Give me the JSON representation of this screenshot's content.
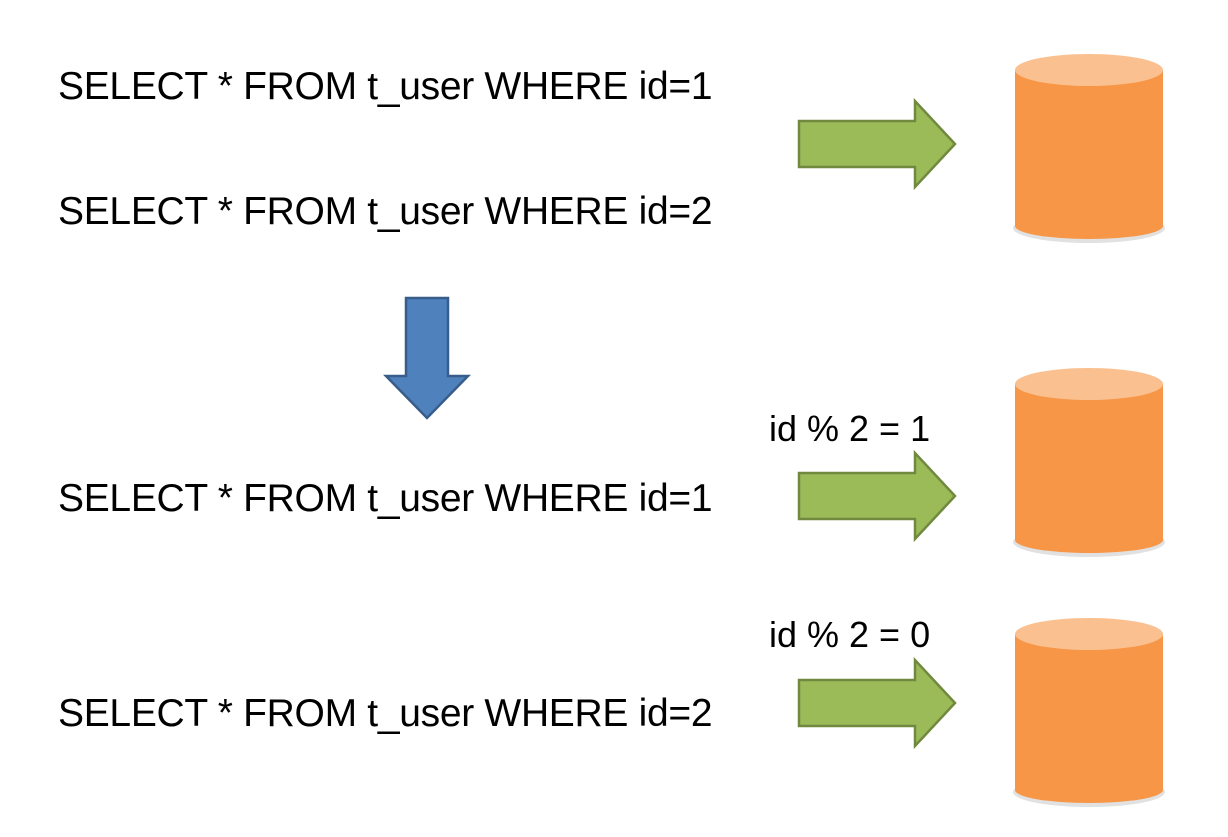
{
  "before": {
    "queries": [
      "SELECT * FROM t_user WHERE id=1",
      "SELECT * FROM t_user WHERE id=2"
    ]
  },
  "after": {
    "routes": [
      {
        "query": "SELECT * FROM t_user WHERE id=1",
        "condition": "id % 2 = 1"
      },
      {
        "query": "SELECT * FROM t_user WHERE id=2",
        "condition": "id % 2 = 0"
      }
    ]
  },
  "colors": {
    "route_arrow_fill": "#9bbb59",
    "route_arrow_stroke": "#71893f",
    "transform_arrow_fill": "#4f81bd",
    "transform_arrow_stroke": "#385d8a",
    "database_body": "#f79646",
    "database_top": "#fac090",
    "database_shadow": "#d9d9d9"
  },
  "icons": {
    "database": "database-icon",
    "route_arrow": "arrow-right-icon",
    "transform_arrow": "arrow-down-icon"
  }
}
